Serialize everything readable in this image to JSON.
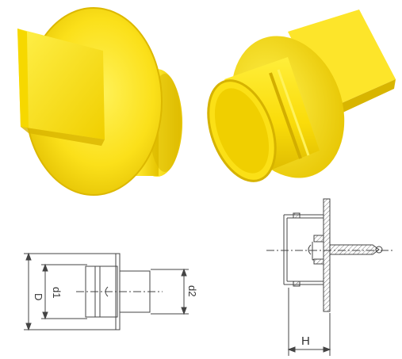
{
  "colors": {
    "plastic_light": "#ffeb2e",
    "plastic_mid": "#fadb0a",
    "plastic_dark": "#e2bf00",
    "plastic_shadow": "#c9a700",
    "line": "#444444",
    "hatch": "#888888"
  },
  "photos": {
    "left": {
      "name": "yellow-plug-photo-front"
    },
    "right": {
      "name": "yellow-plug-photo-rear"
    }
  },
  "drawings": {
    "front": {
      "label_D": "D",
      "label_d1": "d1",
      "label_d2": "d2"
    },
    "side": {
      "label_H": "H"
    }
  }
}
